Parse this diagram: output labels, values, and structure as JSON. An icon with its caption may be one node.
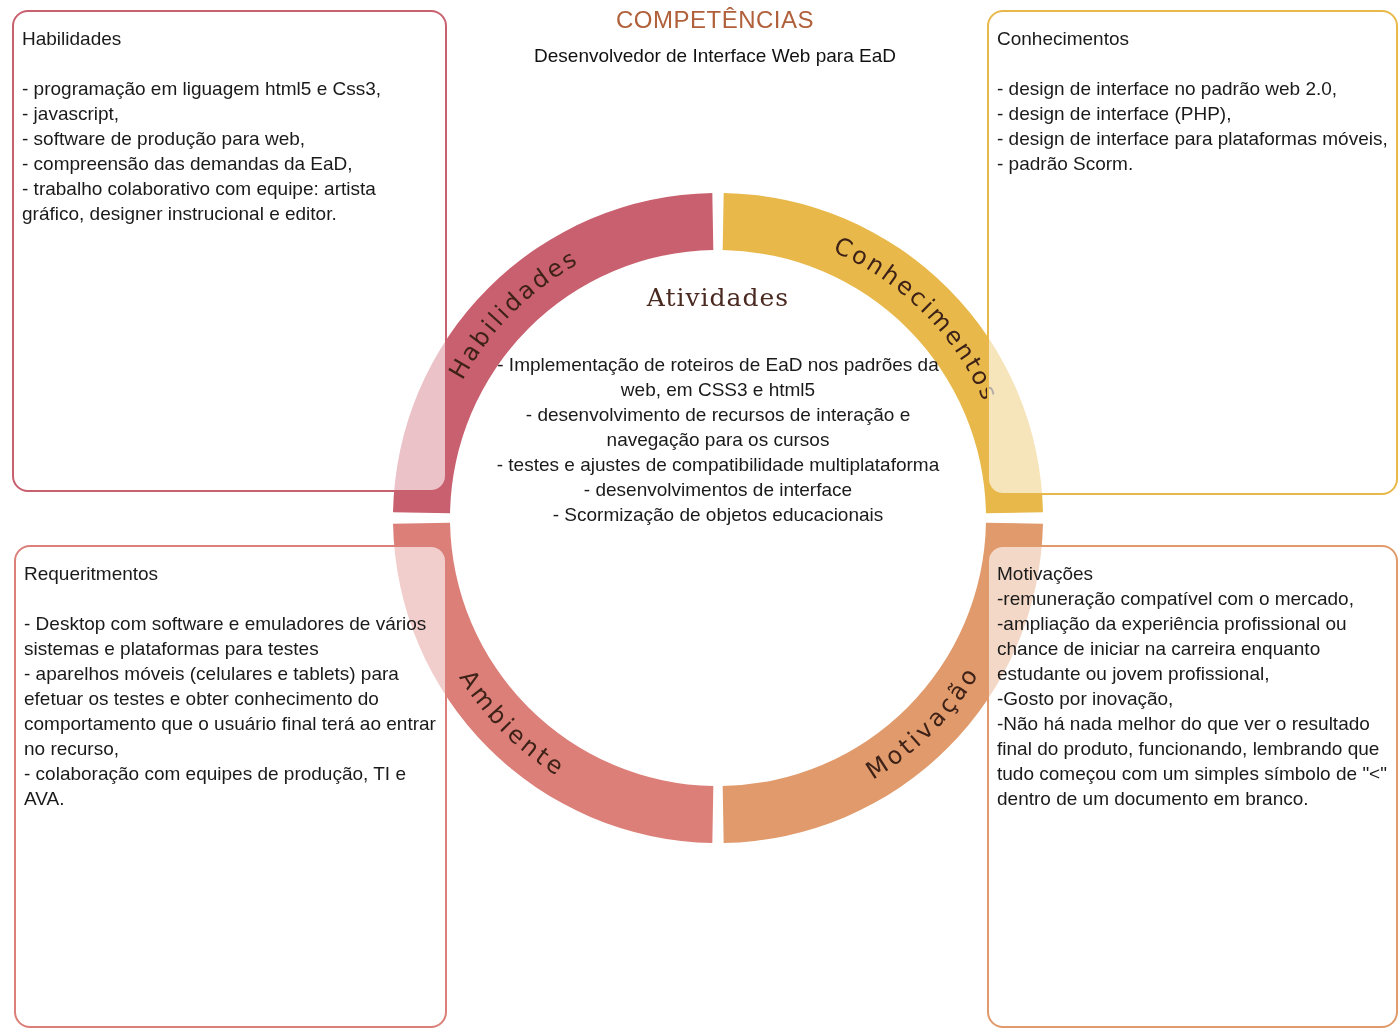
{
  "diagram": {
    "title": "COMPETÊNCIAS",
    "nodes": [
      {
        "text": [
          "Habilidades",
          "- programação em liguagem html5 e Css3,",
          "- javascript,",
          "- software de produção para web,",
          "- compreensão das demandas da EaD,",
          "- trabalho colaborativo com equipe: artista gráfico, designer instrucional e editor."
        ]
      },
      {
        "text": [
          "Conhecimentos",
          "- design de interface no padrão web 2.0,",
          "- design de interface (PHP),",
          "- design de interface para plataformas móveis,",
          "- padrão Scorm."
        ]
      },
      {
        "text": [
          "Requeritmentos",
          "- Desktop com software e emuladores de vários sistemas e plataformas para testes",
          "- aparelhos móveis (celulares e tablets) para efetuar os testes e obter conhecimento do comportamento que o usuário final terá ao entrar no recurso,",
          "- colaboração com equipes de produção, TI e AVA."
        ]
      },
      {
        "text": [
          "Motivações",
          "-remuneração compatível com o mercado,",
          "-ampliação da experiência profissional ou chance de iniciar na carreira enquanto estudante ou jovem profissional,",
          "-Gosto por inovação,",
          "-Não há nada melhor do que ver o resultado final do produto, funcionando, lembrando que tudo começou com um simples símbolo de \"<\" dentro de um documento em branco."
        ]
      },
      {
        "text": [
          "Habilidades"
        ]
      },
      {
        "text": [
          "Conhecimentos"
        ]
      },
      {
        "text": [
          "Ambiente"
        ]
      },
      {
        "text": [
          "Motivação"
        ]
      },
      {
        "text": [
          "Atividades",
          "- Implementação de roteiros de EaD nos padrões da web, em CSS3 e html5",
          "- desenvolvimento de recursos de interação e navegação para os cursos",
          "- testes e ajustes de compatibilidade multiplataforma",
          "- desenvolvimentos de interface",
          "- Scormização de objetos educacionais"
        ]
      }
    ],
    "labels": [
      "Desenvolvedor de Interface Web para EaD"
    ]
  }
}
